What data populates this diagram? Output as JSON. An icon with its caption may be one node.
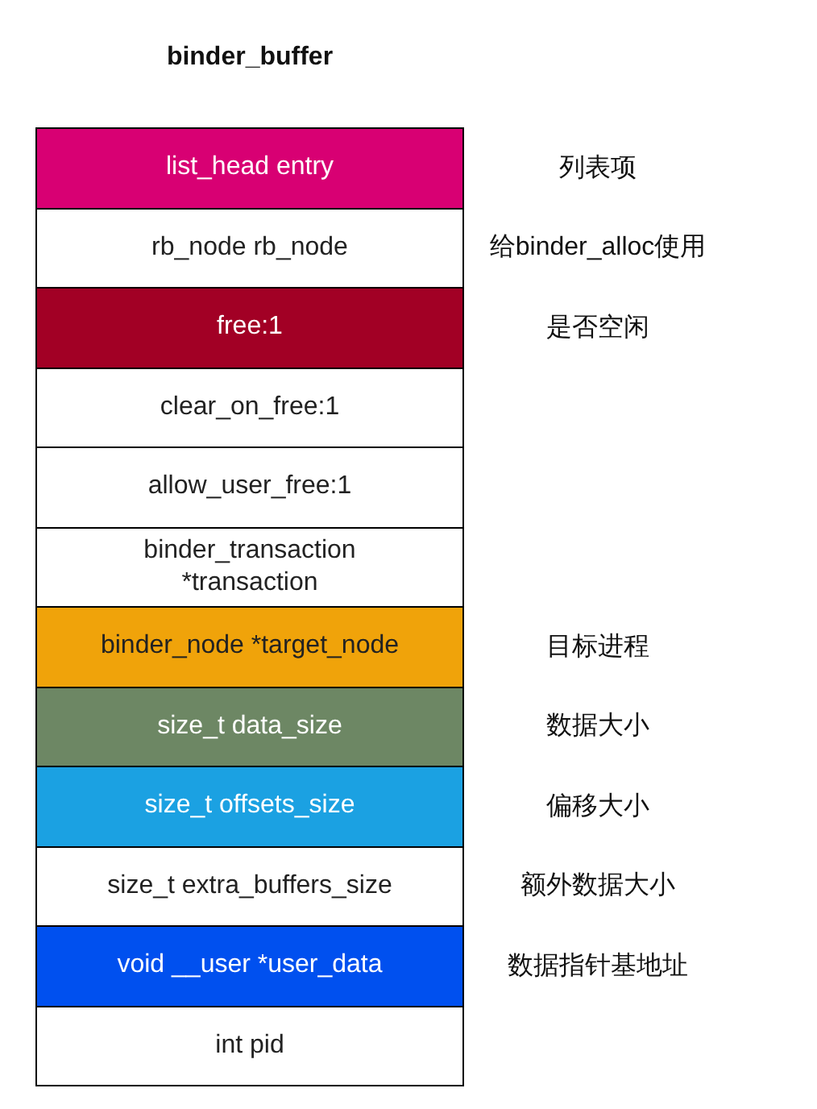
{
  "diagram": {
    "title": "binder_buffer",
    "nodes": [
      {
        "text": [
          "list_head entry"
        ],
        "beside": [
          "列表项"
        ]
      },
      {
        "text": [
          "rb_node rb_node"
        ],
        "beside": [
          "给binder_alloc使用"
        ]
      },
      {
        "text": [
          "free:1"
        ],
        "beside": [
          "是否空闲"
        ]
      },
      {
        "text": [
          "clear_on_free:1"
        ]
      },
      {
        "text": [
          "allow_user_free:1"
        ]
      },
      {
        "text": [
          "binder_transaction *transaction"
        ]
      },
      {
        "text": [
          "binder_node *target_node"
        ],
        "beside": [
          "目标进程"
        ]
      },
      {
        "text": [
          "size_t data_size"
        ],
        "beside": [
          "数据大小"
        ]
      },
      {
        "text": [
          "size_t offsets_size"
        ],
        "beside": [
          "偏移大小"
        ]
      },
      {
        "text": [
          "size_t extra_buffers_size"
        ],
        "beside": [
          "额外数据大小"
        ]
      },
      {
        "text": [
          "void __user *user_data"
        ],
        "beside": [
          "数据指针基地址"
        ]
      },
      {
        "text": [
          "int pid"
        ]
      }
    ]
  }
}
